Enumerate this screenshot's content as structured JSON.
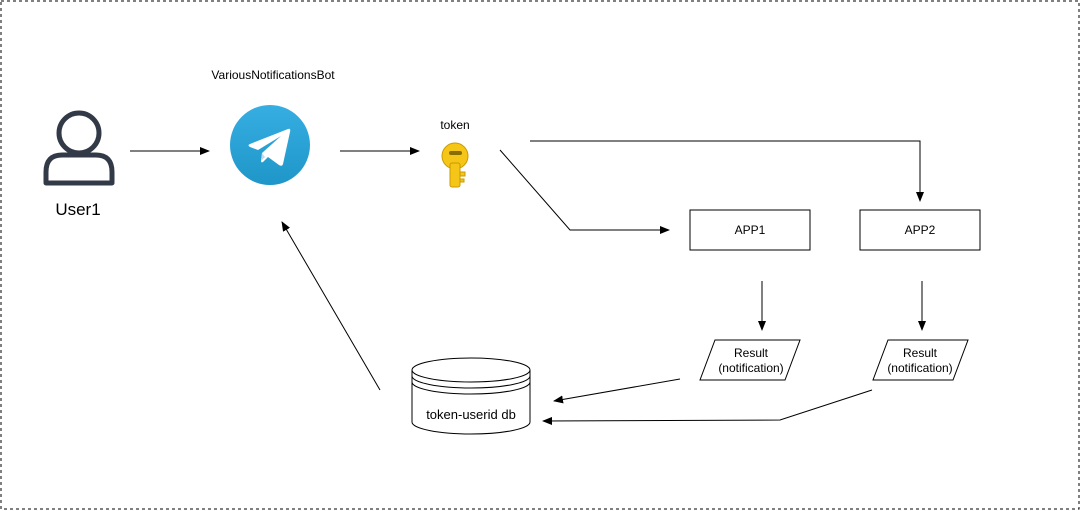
{
  "nodes": {
    "user": {
      "label": "User1"
    },
    "bot": {
      "label": "VariousNotificationsBot"
    },
    "token": {
      "label": "token"
    },
    "app1": {
      "label": "APP1"
    },
    "app2": {
      "label": "APP2"
    },
    "result1": {
      "line1": "Result",
      "line2": "(notification)"
    },
    "result2": {
      "line1": "Result",
      "line2": "(notification)"
    },
    "db": {
      "label": "token-userid db"
    }
  },
  "colors": {
    "user_icon": "#333a47",
    "telegram_light": "#37aee2",
    "telegram_dark": "#1e96c8",
    "key_gold": "#f5c518",
    "key_dark": "#c99a00",
    "stroke": "#000000"
  },
  "icons": [
    "user-icon",
    "telegram-icon",
    "key-icon",
    "database-icon"
  ]
}
